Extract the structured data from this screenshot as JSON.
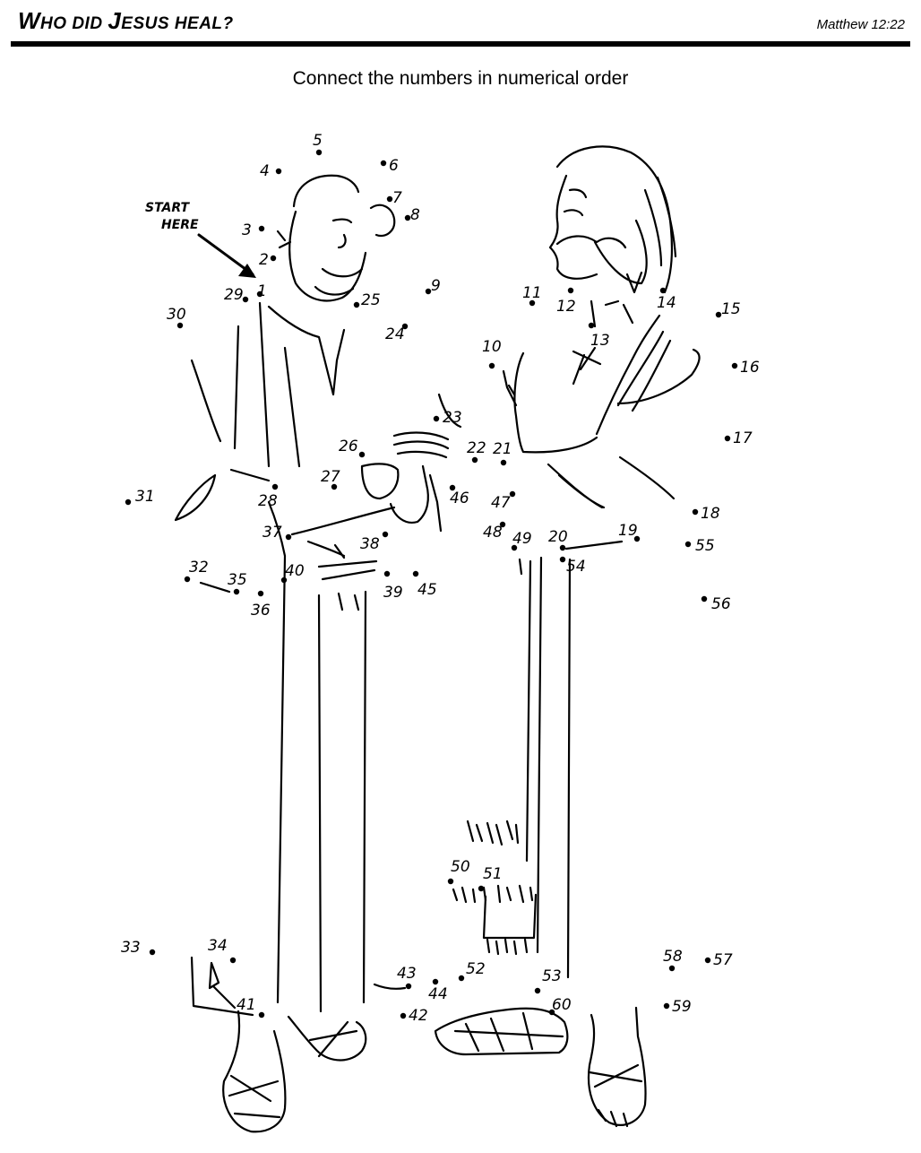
{
  "header": {
    "title_prefix_w": "W",
    "title_word_1": "HO DID ",
    "title_prefix_j": "J",
    "title_word_2": "ESUS HEAL?",
    "reference": "Matthew 12:22"
  },
  "instructions": "Connect the numbers in numerical order",
  "start_label_line1": "START",
  "start_label_line2": "HERE",
  "dots": [
    {
      "n": "1"
    },
    {
      "n": "2"
    },
    {
      "n": "3"
    },
    {
      "n": "4"
    },
    {
      "n": "5"
    },
    {
      "n": "6"
    },
    {
      "n": "7"
    },
    {
      "n": "8"
    },
    {
      "n": "9"
    },
    {
      "n": "10"
    },
    {
      "n": "11"
    },
    {
      "n": "12"
    },
    {
      "n": "13"
    },
    {
      "n": "14"
    },
    {
      "n": "15"
    },
    {
      "n": "16"
    },
    {
      "n": "17"
    },
    {
      "n": "18"
    },
    {
      "n": "19"
    },
    {
      "n": "20"
    },
    {
      "n": "21"
    },
    {
      "n": "22"
    },
    {
      "n": "23"
    },
    {
      "n": "24"
    },
    {
      "n": "25"
    },
    {
      "n": "26"
    },
    {
      "n": "27"
    },
    {
      "n": "28"
    },
    {
      "n": "29"
    },
    {
      "n": "30"
    },
    {
      "n": "31"
    },
    {
      "n": "32"
    },
    {
      "n": "33"
    },
    {
      "n": "34"
    },
    {
      "n": "35"
    },
    {
      "n": "36"
    },
    {
      "n": "37"
    },
    {
      "n": "38"
    },
    {
      "n": "39"
    },
    {
      "n": "40"
    },
    {
      "n": "41"
    },
    {
      "n": "42"
    },
    {
      "n": "43"
    },
    {
      "n": "44"
    },
    {
      "n": "45"
    },
    {
      "n": "46"
    },
    {
      "n": "47"
    },
    {
      "n": "48"
    },
    {
      "n": "49"
    },
    {
      "n": "50"
    },
    {
      "n": "51"
    },
    {
      "n": "52"
    },
    {
      "n": "53"
    },
    {
      "n": "54"
    },
    {
      "n": "55"
    },
    {
      "n": "56"
    },
    {
      "n": "57"
    },
    {
      "n": "58"
    },
    {
      "n": "59"
    },
    {
      "n": "60"
    }
  ]
}
